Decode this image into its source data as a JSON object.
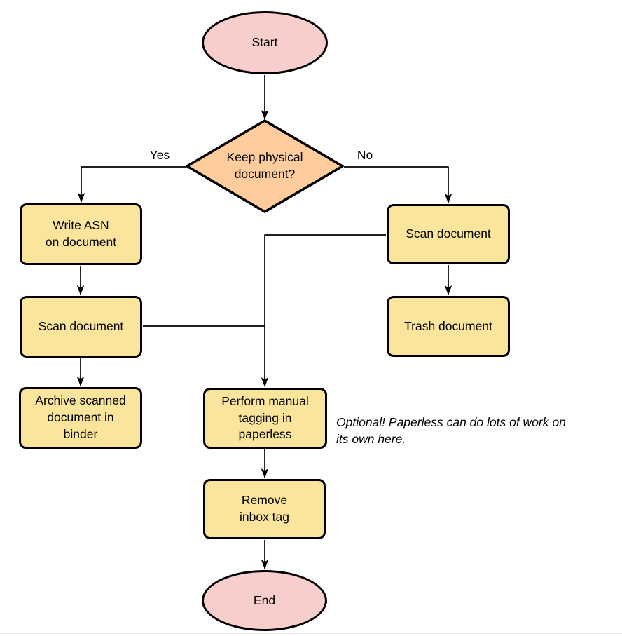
{
  "diagram": {
    "type": "flowchart",
    "nodes": {
      "start": {
        "label": "Start",
        "shape": "terminal"
      },
      "decision": {
        "label": "Keep physical\ndocument?",
        "shape": "decision"
      },
      "write_asn": {
        "label": "Write ASN\non document",
        "shape": "process"
      },
      "scan_left": {
        "label": "Scan document",
        "shape": "process"
      },
      "archive": {
        "label": "Archive scanned\ndocument in\nbinder",
        "shape": "process"
      },
      "scan_right": {
        "label": "Scan document",
        "shape": "process"
      },
      "trash": {
        "label": "Trash document",
        "shape": "process"
      },
      "tagging": {
        "label": "Perform manual\ntagging in\npaperless",
        "shape": "process"
      },
      "remove_inbox": {
        "label": "Remove\ninbox tag",
        "shape": "process"
      },
      "end": {
        "label": "End",
        "shape": "terminal"
      }
    },
    "edge_labels": {
      "yes": "Yes",
      "no": "No"
    },
    "annotation": "Optional! Paperless can do lots of work on\nits own here.",
    "colors": {
      "terminal_fill": "#F8CECC",
      "decision_fill": "#FFCC9E",
      "process_fill": "#FBE49B",
      "stroke": "#000000"
    }
  }
}
